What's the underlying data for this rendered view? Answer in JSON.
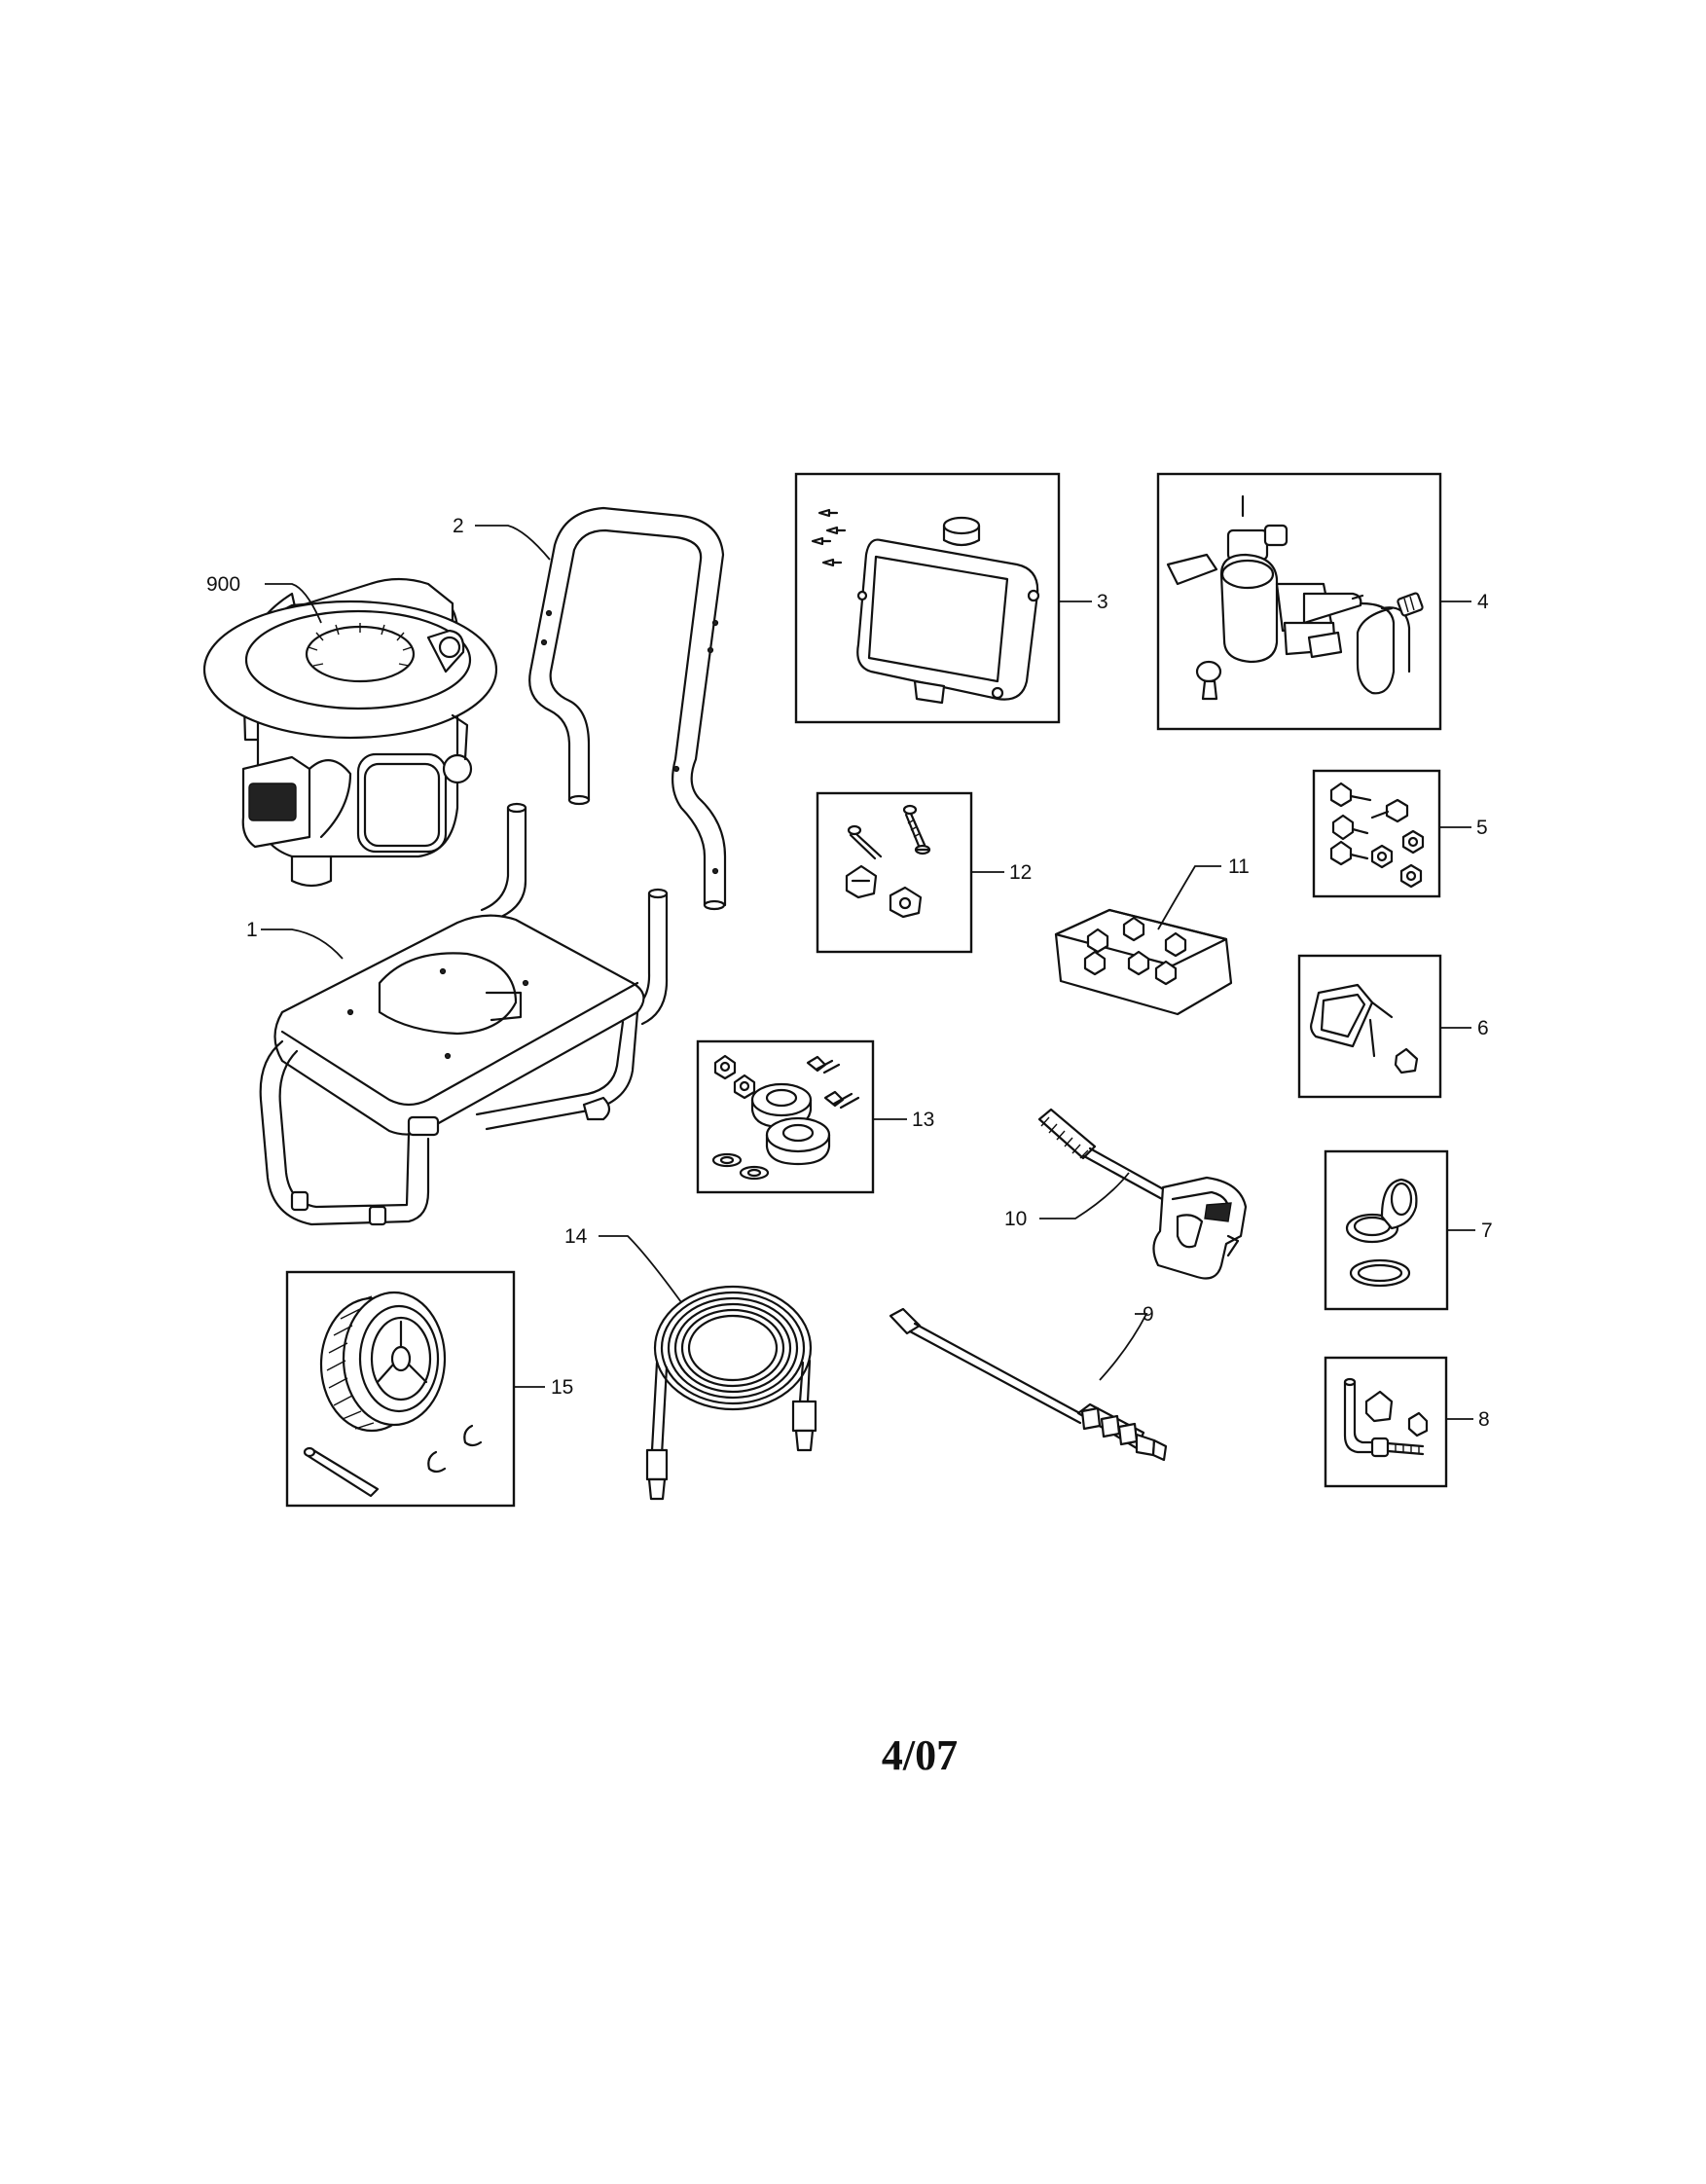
{
  "callouts": {
    "c900": "900",
    "c1": "1",
    "c2": "2",
    "c3": "3",
    "c4": "4",
    "c5": "5",
    "c6": "6",
    "c7": "7",
    "c8": "8",
    "c9": "9",
    "c10": "10",
    "c11": "11",
    "c12": "12",
    "c13": "13",
    "c14": "14",
    "c15": "15"
  },
  "footer": {
    "code": "4/07"
  }
}
